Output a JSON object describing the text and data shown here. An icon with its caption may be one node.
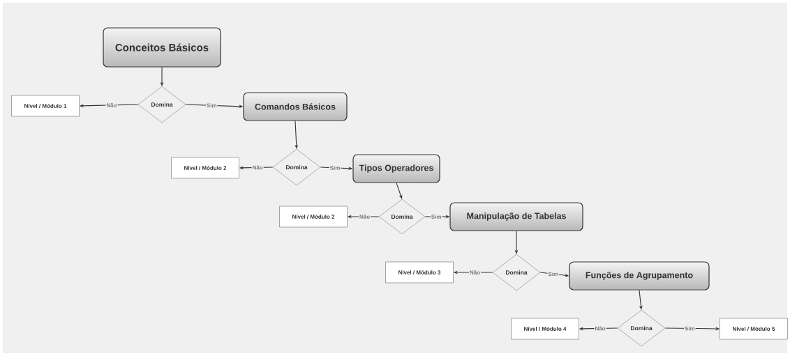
{
  "diagram": {
    "nodes": [
      {
        "text": [
          "Conceitos Básicos"
        ]
      },
      {
        "text": [
          "Domina"
        ]
      },
      {
        "text": [
          "Nível / Módulo 1"
        ]
      },
      {
        "text": [
          "Comandos Básicos"
        ]
      },
      {
        "text": [
          "Domina"
        ]
      },
      {
        "text": [
          "Nível / Módulo 2"
        ]
      },
      {
        "text": [
          "Tipos Operadores"
        ]
      },
      {
        "text": [
          "Domina"
        ]
      },
      {
        "text": [
          "Nível / Módulo 2"
        ]
      },
      {
        "text": [
          "Manipulação de Tabelas"
        ]
      },
      {
        "text": [
          "Domina"
        ]
      },
      {
        "text": [
          "Nível / Módulo 3"
        ]
      },
      {
        "text": [
          "Funções de Agrupamento"
        ]
      },
      {
        "text": [
          "Domina"
        ]
      },
      {
        "text": [
          "Nível / Módulo 4"
        ]
      },
      {
        "text": [
          "Nível / Módulo 5"
        ]
      }
    ],
    "edges": [
      {
        "from": 0,
        "to": 1,
        "arrow": "to"
      },
      {
        "from": 1,
        "to": 2,
        "arrow": "to",
        "label": "Não"
      },
      {
        "from": 1,
        "to": 3,
        "arrow": "to",
        "label": "Sim"
      },
      {
        "from": 3,
        "to": 4,
        "arrow": "to"
      },
      {
        "from": 4,
        "to": 5,
        "arrow": "to",
        "label": "Não"
      },
      {
        "from": 4,
        "to": 6,
        "arrow": "to",
        "label": "Sim"
      },
      {
        "from": 6,
        "to": 7,
        "arrow": "to"
      },
      {
        "from": 7,
        "to": 8,
        "arrow": "to",
        "label": "Não"
      },
      {
        "from": 7,
        "to": 9,
        "arrow": "to",
        "label": "Sim"
      },
      {
        "from": 9,
        "to": 10,
        "arrow": "to"
      },
      {
        "from": 10,
        "to": 11,
        "arrow": "to",
        "label": "Não"
      },
      {
        "from": 10,
        "to": 12,
        "arrow": "to",
        "label": "Sim"
      },
      {
        "from": 12,
        "to": 13,
        "arrow": "to"
      },
      {
        "from": 13,
        "to": 14,
        "arrow": "to",
        "label": "Não"
      },
      {
        "from": 13,
        "to": 15,
        "arrow": "to",
        "label": "Sim"
      }
    ]
  }
}
